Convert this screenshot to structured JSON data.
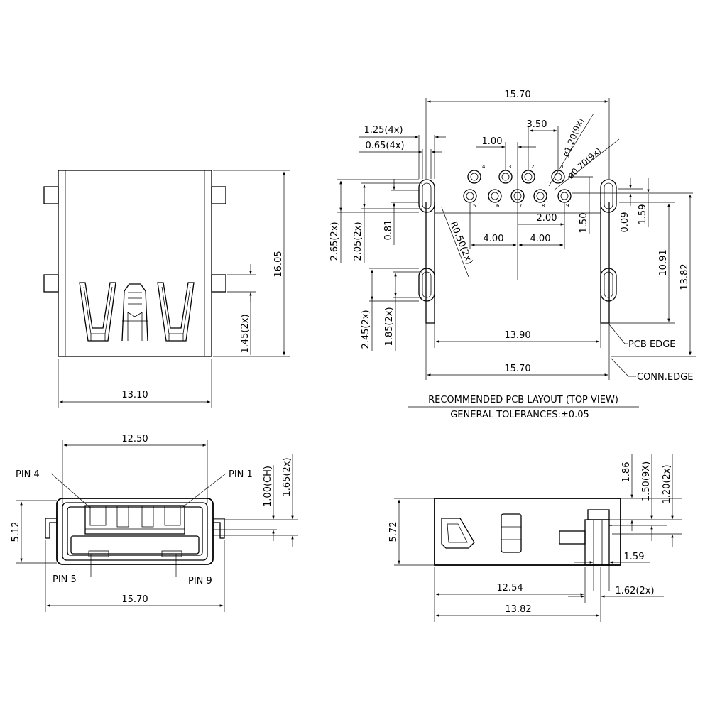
{
  "top_view": {
    "dims": {
      "width": "13.10",
      "length": "16.05",
      "tab_spacing": "1.45(2x)"
    }
  },
  "pcb_layout": {
    "title": "RECOMMENDED PCB LAYOUT (TOP VIEW)",
    "tolerances": "GENERAL TOLERANCES:±0.05",
    "pcb_edge": "PCB EDGE",
    "conn_edge": "CONN.EDGE",
    "pin_labels": [
      "4",
      "3",
      "2",
      "1",
      "5",
      "6",
      "7",
      "8",
      "9"
    ],
    "dims": {
      "overall_width_top": "15.70",
      "slot_width": "1.25(4x)",
      "slot_inner": "0.65(4x)",
      "pin_pitch": "1.00",
      "pin_span": "3.50",
      "drill_large": "ø1.20(9x)",
      "drill_small": "ø0.70(9x)",
      "slot_h_outer": "2.65(2x)",
      "slot_h_inner": "2.05(2x)",
      "offset_081": "0.81",
      "radius": "R0.50(2x)",
      "row_offset": "2.00",
      "pitch_a": "4.00",
      "pitch_b": "4.00",
      "offset_150": "1.50",
      "offset_009": "0.09",
      "offset_159": "1.59",
      "height_1091": "10.91",
      "height_1382": "13.82",
      "slot2_h_outer": "2.45(2x)",
      "slot2_h_inner": "1.85(2x)",
      "inner_width": "13.90",
      "overall_width_bottom": "15.70"
    }
  },
  "front_view": {
    "pin4": "PIN  4",
    "pin1": "PIN  1",
    "pin5": "PIN  5",
    "pin9": "PIN  9",
    "dims": {
      "opening_width": "12.50",
      "chamfer": "1.00(CH)",
      "thickness": "1.65(2x)",
      "height": "5.12",
      "width": "15.70"
    }
  },
  "side_view": {
    "dims": {
      "height": "5.72",
      "d186": "1.86",
      "d150": "1.50(9X)",
      "d120": "1.20(2x)",
      "d159": "1.59",
      "d1254": "12.54",
      "d162": "1.62(2x)",
      "d1382": "13.82"
    }
  }
}
